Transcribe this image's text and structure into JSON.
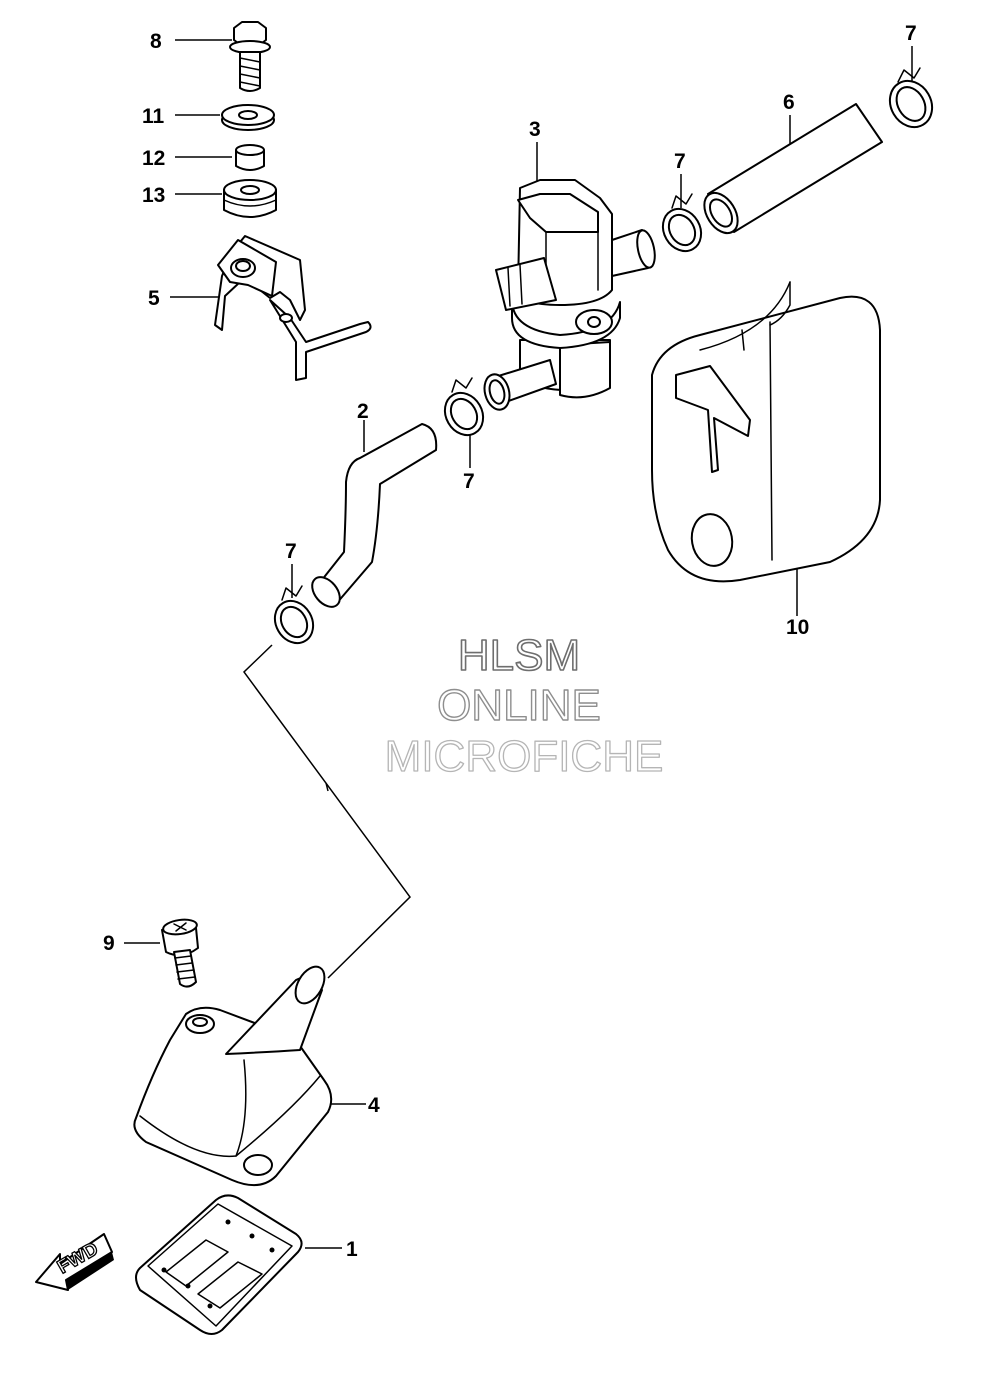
{
  "callouts": {
    "c1": "1",
    "c2": "2",
    "c3": "3",
    "c4": "4",
    "c5": "5",
    "c6": "6",
    "c7a": "7",
    "c7b": "7",
    "c7c": "7",
    "c7d": "7",
    "c8": "8",
    "c9": "9",
    "c10": "10",
    "c11": "11",
    "c12": "12",
    "c13": "13"
  },
  "watermark": {
    "line1": "HLSM",
    "line2": "ONLINE",
    "line3": "MICROFICHE"
  },
  "direction_arrow": {
    "label": "FWD",
    "icon": "fwd-arrow-icon"
  }
}
